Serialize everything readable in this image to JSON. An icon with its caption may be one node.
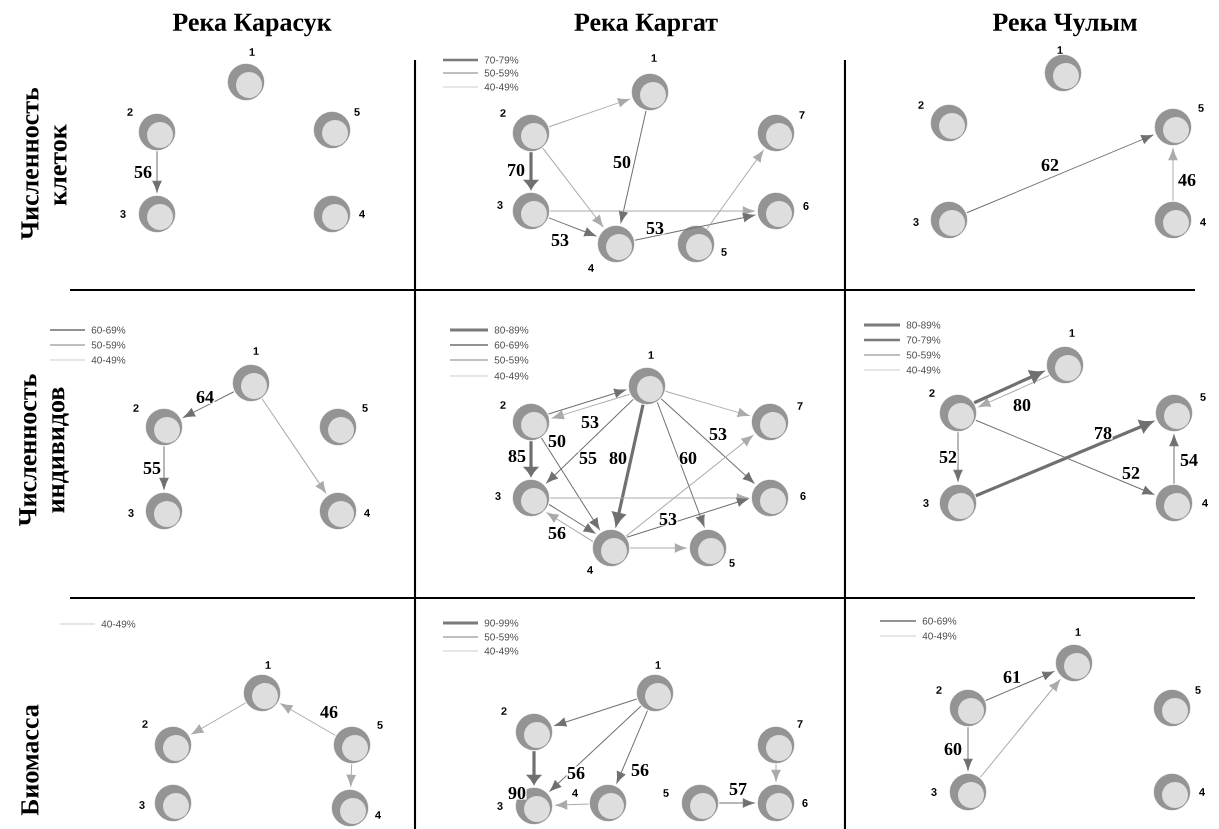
{
  "diagram": {
    "nodes": [
      {
        "text": [],
        "shape": "circle",
        "beside": [
          "1"
        ]
      },
      {
        "text": [],
        "shape": "circle",
        "beside": [
          "2"
        ]
      },
      {
        "text": [],
        "shape": "circle",
        "beside": [
          "3"
        ]
      },
      {
        "text": [],
        "shape": "circle",
        "beside": [
          "4"
        ]
      },
      {
        "text": [],
        "shape": "circle",
        "beside": [
          "5"
        ]
      },
      {
        "text": [],
        "shape": "circle",
        "beside": [
          "1"
        ]
      },
      {
        "text": [],
        "shape": "circle",
        "beside": [
          "2"
        ]
      },
      {
        "text": [],
        "shape": "circle",
        "beside": [
          "3"
        ]
      },
      {
        "text": [],
        "shape": "circle",
        "beside": [
          "4"
        ]
      },
      {
        "text": [],
        "shape": "circle",
        "beside": [
          "5"
        ]
      },
      {
        "text": [],
        "shape": "circle",
        "beside": [
          "6"
        ]
      },
      {
        "text": [],
        "shape": "circle",
        "beside": [
          "7"
        ]
      },
      {
        "text": [],
        "shape": "circle",
        "beside": [
          "1"
        ]
      },
      {
        "text": [],
        "shape": "circle",
        "beside": [
          "2"
        ]
      },
      {
        "text": [],
        "shape": "circle",
        "beside": [
          "3"
        ]
      },
      {
        "text": [],
        "shape": "circle",
        "beside": [
          "4"
        ]
      },
      {
        "text": [],
        "shape": "circle",
        "beside": [
          "5"
        ]
      },
      {
        "text": [],
        "shape": "circle",
        "beside": [
          "1"
        ]
      },
      {
        "text": [],
        "shape": "circle",
        "beside": [
          "2"
        ]
      },
      {
        "text": [],
        "shape": "circle",
        "beside": [
          "3"
        ]
      },
      {
        "text": [],
        "shape": "circle",
        "beside": [
          "4"
        ]
      },
      {
        "text": [],
        "shape": "circle",
        "beside": [
          "5"
        ]
      },
      {
        "text": [],
        "shape": "circle",
        "beside": [
          "1"
        ]
      },
      {
        "text": [],
        "shape": "circle",
        "beside": [
          "2"
        ]
      },
      {
        "text": [],
        "shape": "circle",
        "beside": [
          "3"
        ]
      },
      {
        "text": [],
        "shape": "circle",
        "beside": [
          "4"
        ]
      },
      {
        "text": [],
        "shape": "circle",
        "beside": [
          "5"
        ]
      },
      {
        "text": [],
        "shape": "circle",
        "beside": [
          "6"
        ]
      },
      {
        "text": [],
        "shape": "circle",
        "beside": [
          "7"
        ]
      },
      {
        "text": [],
        "shape": "circle",
        "beside": [
          "1"
        ]
      },
      {
        "text": [],
        "shape": "circle",
        "beside": [
          "2"
        ]
      },
      {
        "text": [],
        "shape": "circle",
        "beside": [
          "3"
        ]
      },
      {
        "text": [],
        "shape": "circle",
        "beside": [
          "4"
        ]
      },
      {
        "text": [],
        "shape": "circle",
        "beside": [
          "5"
        ]
      },
      {
        "text": [],
        "shape": "circle",
        "beside": [
          "1"
        ]
      },
      {
        "text": [],
        "shape": "circle",
        "beside": [
          "2"
        ]
      },
      {
        "text": [],
        "shape": "circle",
        "beside": [
          "3"
        ]
      },
      {
        "text": [],
        "shape": "circle",
        "beside": [
          "4"
        ]
      },
      {
        "text": [],
        "shape": "circle",
        "beside": [
          "5"
        ]
      },
      {
        "text": [],
        "shape": "circle",
        "beside": [
          "1"
        ]
      },
      {
        "text": [],
        "shape": "circle",
        "beside": [
          "2"
        ]
      },
      {
        "text": [],
        "shape": "circle",
        "beside": [
          "3"
        ]
      },
      {
        "text": [],
        "shape": "circle",
        "beside": [
          "4"
        ]
      },
      {
        "text": [],
        "shape": "circle",
        "beside": [
          "5"
        ]
      },
      {
        "text": [],
        "shape": "circle",
        "beside": [
          "6"
        ]
      },
      {
        "text": [],
        "shape": "circle",
        "beside": [
          "7"
        ]
      },
      {
        "text": [],
        "shape": "circle",
        "beside": [
          "1"
        ]
      },
      {
        "text": [],
        "shape": "circle",
        "beside": [
          "2"
        ]
      },
      {
        "text": [],
        "shape": "circle",
        "beside": [
          "3"
        ]
      },
      {
        "text": [],
        "shape": "circle",
        "beside": [
          "4"
        ]
      },
      {
        "text": [],
        "shape": "circle",
        "beside": [
          "5"
        ]
      }
    ],
    "edges": [
      {
        "from": 1,
        "to": 2,
        "arrow": "to",
        "label": "56"
      },
      {
        "from": 6,
        "to": 5,
        "arrow": "to",
        "color": "#aaaaaa"
      },
      {
        "from": 5,
        "to": 8,
        "arrow": "to",
        "label": "50"
      },
      {
        "from": 6,
        "to": 7,
        "arrow": "to",
        "label": "70",
        "style": "thick"
      },
      {
        "from": 6,
        "to": 8,
        "arrow": "to",
        "color": "#aaaaaa"
      },
      {
        "from": 7,
        "to": 10,
        "arrow": "to",
        "color": "#aaaaaa"
      },
      {
        "from": 7,
        "to": 8,
        "arrow": "to",
        "label": "53"
      },
      {
        "from": 8,
        "to": 10,
        "arrow": "to",
        "label": "53"
      },
      {
        "from": 9,
        "to": 11,
        "arrow": "to",
        "color": "#aaaaaa"
      },
      {
        "from": 14,
        "to": 16,
        "arrow": "to",
        "label": "62"
      },
      {
        "from": 15,
        "to": 16,
        "arrow": "to",
        "label": "46",
        "color": "#aaaaaa"
      },
      {
        "from": 17,
        "to": 18,
        "arrow": "to",
        "label": "64"
      },
      {
        "from": 18,
        "to": 19,
        "arrow": "to",
        "label": "55"
      },
      {
        "from": 17,
        "to": 20,
        "arrow": "to",
        "color": "#aaaaaa"
      },
      {
        "from": 22,
        "to": 23,
        "arrow": "to",
        "color": "#aaaaaa"
      },
      {
        "from": 23,
        "to": 22,
        "arrow": "to",
        "label": "53"
      },
      {
        "from": 22,
        "to": 24,
        "arrow": "to",
        "label": "55"
      },
      {
        "from": 23,
        "to": 25,
        "arrow": "to",
        "label": "50"
      },
      {
        "from": 23,
        "to": 24,
        "arrow": "to",
        "label": "85",
        "style": "thick"
      },
      {
        "from": 22,
        "to": 25,
        "arrow": "to",
        "label": "80",
        "style": "thick"
      },
      {
        "from": 22,
        "to": 26,
        "arrow": "to",
        "label": "60"
      },
      {
        "from": 22,
        "to": 27,
        "arrow": "to",
        "label": "53"
      },
      {
        "from": 22,
        "to": 28,
        "arrow": "to",
        "color": "#aaaaaa"
      },
      {
        "from": 24,
        "to": 27,
        "arrow": "to",
        "color": "#aaaaaa"
      },
      {
        "from": 24,
        "to": 25,
        "arrow": "to",
        "label": "56"
      },
      {
        "from": 25,
        "to": 24,
        "arrow": "to",
        "color": "#aaaaaa"
      },
      {
        "from": 25,
        "to": 27,
        "arrow": "to",
        "label": "53"
      },
      {
        "from": 25,
        "to": 28,
        "arrow": "to",
        "color": "#aaaaaa"
      },
      {
        "from": 25,
        "to": 26,
        "arrow": "to",
        "color": "#aaaaaa"
      },
      {
        "from": 29,
        "to": 30,
        "arrow": "to",
        "color": "#aaaaaa"
      },
      {
        "from": 30,
        "to": 29,
        "arrow": "to",
        "label": "80",
        "style": "thick"
      },
      {
        "from": 30,
        "to": 31,
        "arrow": "to",
        "label": "52"
      },
      {
        "from": 31,
        "to": 33,
        "arrow": "to",
        "label": "78",
        "style": "thick"
      },
      {
        "from": 30,
        "to": 32,
        "arrow": "to",
        "label": "52"
      },
      {
        "from": 32,
        "to": 33,
        "arrow": "to",
        "label": "54"
      },
      {
        "from": 34,
        "to": 35,
        "arrow": "to",
        "color": "#aaaaaa"
      },
      {
        "from": 38,
        "to": 34,
        "arrow": "to",
        "label": "46",
        "color": "#aaaaaa"
      },
      {
        "from": 38,
        "to": 37,
        "arrow": "to",
        "color": "#aaaaaa"
      },
      {
        "from": 39,
        "to": 40,
        "arrow": "to"
      },
      {
        "from": 39,
        "to": 41,
        "arrow": "to",
        "label": "56"
      },
      {
        "from": 39,
        "to": 42,
        "arrow": "to",
        "label": "56"
      },
      {
        "from": 40,
        "to": 41,
        "arrow": "to",
        "label": "90",
        "style": "thick"
      },
      {
        "from": 42,
        "to": 41,
        "arrow": "to",
        "color": "#aaaaaa"
      },
      {
        "from": 43,
        "to": 44,
        "arrow": "to",
        "label": "57"
      },
      {
        "from": 45,
        "to": 44,
        "arrow": "to",
        "color": "#aaaaaa"
      },
      {
        "from": 47,
        "to": 46,
        "arrow": "to",
        "label": "61"
      },
      {
        "from": 47,
        "to": 48,
        "arrow": "to",
        "label": "60"
      },
      {
        "from": 48,
        "to": 46,
        "arrow": "to",
        "color": "#aaaaaa"
      }
    ],
    "labels": [
      "Река Карасук",
      "Река Каргат",
      "Река Чулым",
      "Численность клеток",
      "Численность индивидов",
      "Биомасса"
    ],
    "legend": [
      {
        "text": "70-79%"
      },
      {
        "text": "50-59%"
      },
      {
        "text": "40-49%"
      },
      {
        "text": "60-69%"
      },
      {
        "text": "50-59%"
      },
      {
        "text": "40-49%"
      },
      {
        "text": "80-89%"
      },
      {
        "text": "60-69%"
      },
      {
        "text": "50-59%"
      },
      {
        "text": "40-49%"
      },
      {
        "text": "80-89%"
      },
      {
        "text": "70-79%"
      },
      {
        "text": "50-59%"
      },
      {
        "text": "40-49%"
      },
      {
        "text": "40-49%"
      },
      {
        "text": "90-99%"
      },
      {
        "text": "50-59%"
      },
      {
        "text": "40-49%"
      },
      {
        "text": "60-69%"
      },
      {
        "text": "40-49%"
      }
    ]
  }
}
